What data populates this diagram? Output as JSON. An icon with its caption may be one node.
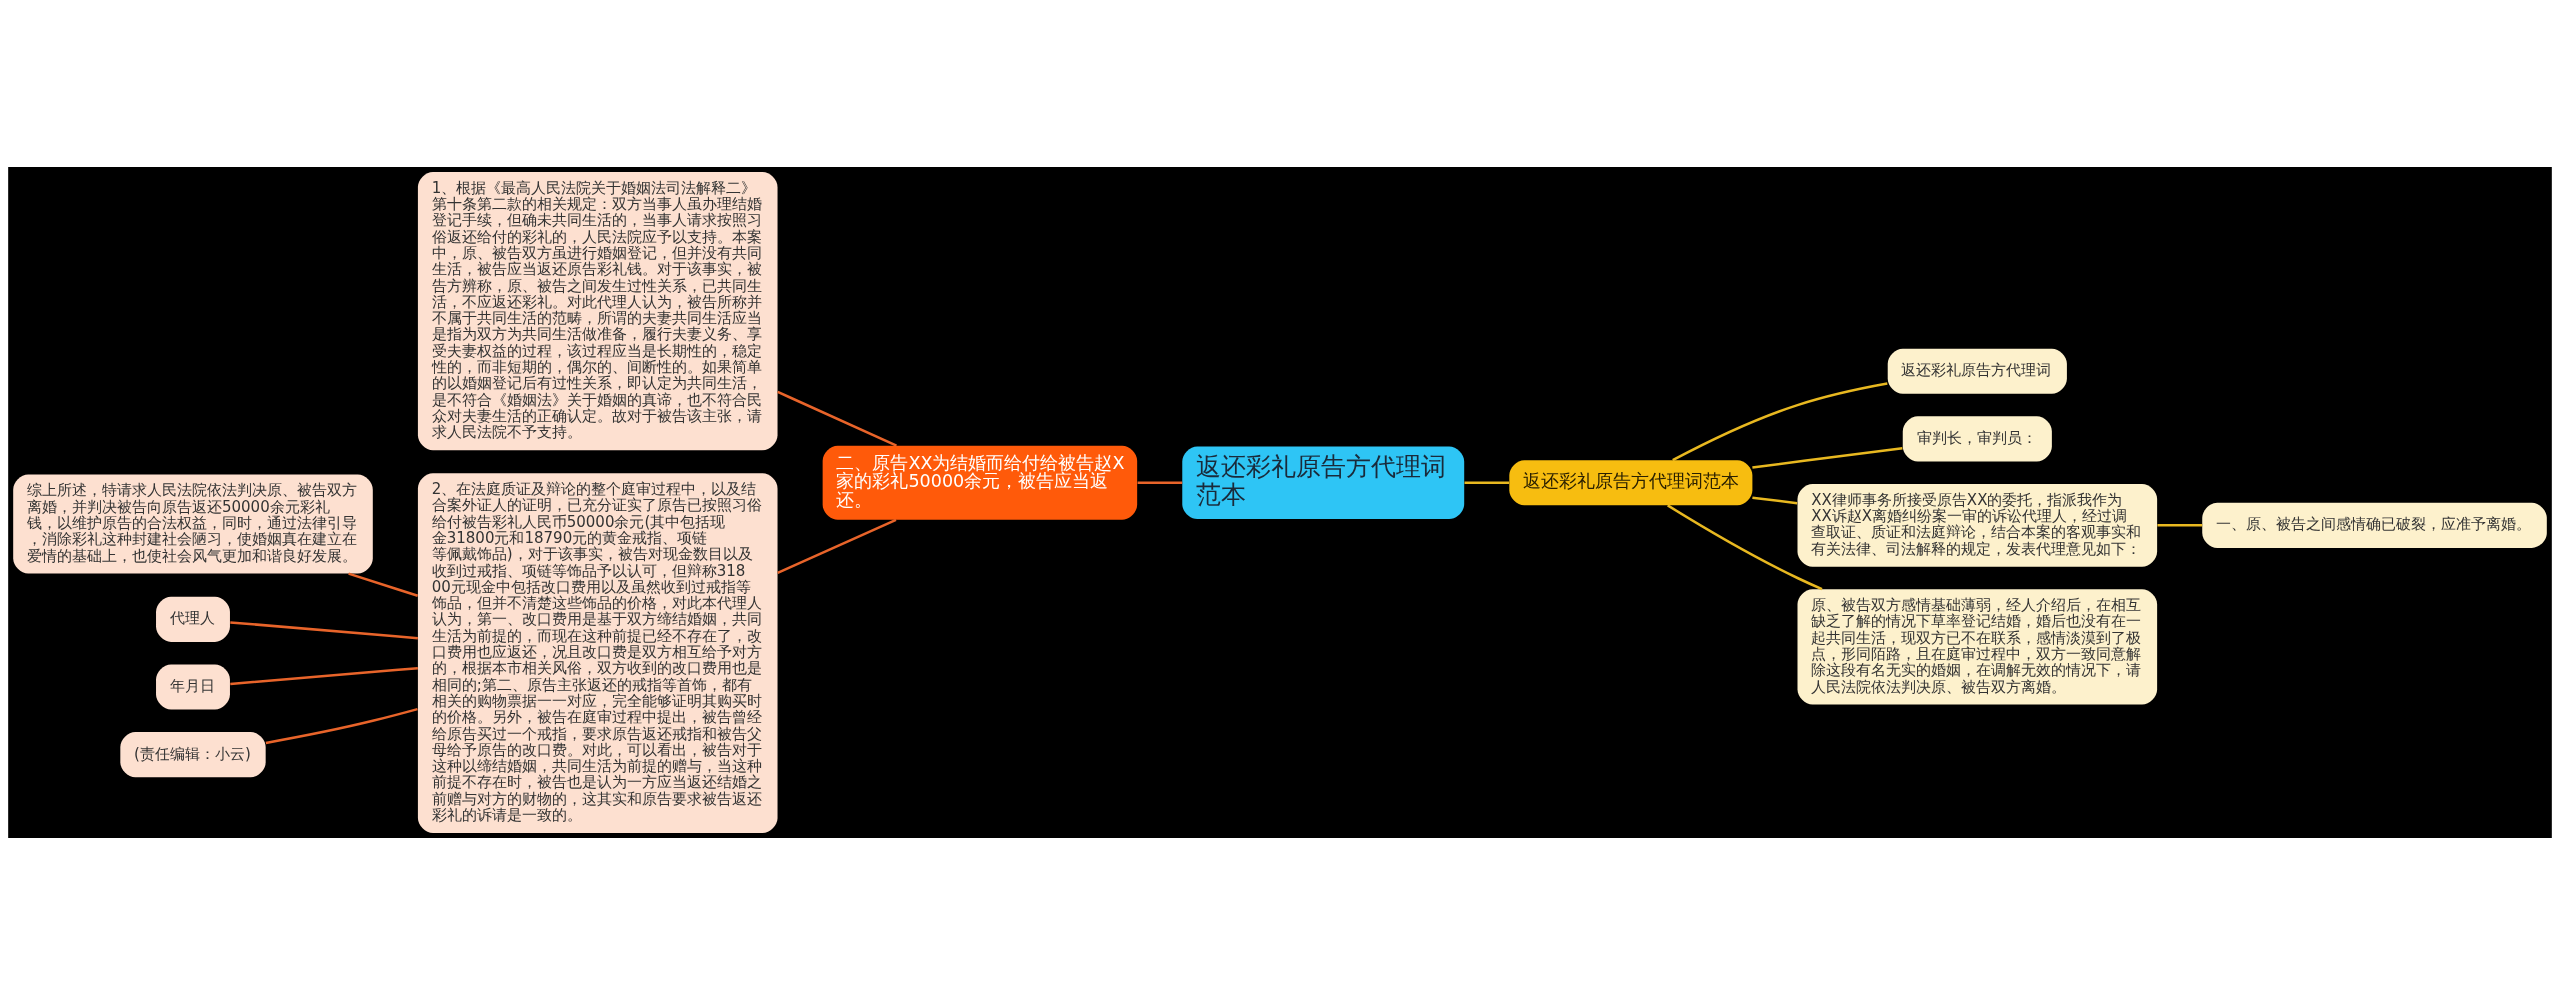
{
  "diagram": {
    "nodes": [
      {
        "text": [
          "返还彩礼原告方代理词范本"
        ]
      },
      {
        "text": [
          "返还彩礼原告方代理词范本"
        ]
      },
      {
        "text": [
          "返还彩礼原告方代理词"
        ]
      },
      {
        "text": [
          "审判长，审判员："
        ]
      },
      {
        "text": [
          "XX律师事务所接受原告XX的委托，指派我作为XX诉赵X离婚纠纷案一审的诉讼代理人，经过调查取证、质证和法庭辩论，结合本案的客观事实和有关法律、司法解释的规定，发表代理意见如下："
        ]
      },
      {
        "text": [
          "原、被告双方感情基础薄弱，经人介绍后，在相互缺乏了解的情况下草率登记结婚，婚后也没有在一起共同生活，现双方已不在联系，感情淡漠到了极点，形同陌路，且在庭审过程中，双方一致同意解除这段有名无实的婚姻，在调解无效的情况下，请人民法院依法判决原、被告双方离婚。"
        ]
      },
      {
        "text": [
          "一、原、被告之间感情确已破裂，应准予离婚。"
        ]
      },
      {
        "text": [
          "二、原告XX为结婚而给付给被告赵X家的彩礼50000余元，被告应当返还。"
        ]
      },
      {
        "text": [
          "1、根据《最高人民法院关于婚姻法司法解释二》第十条第二款的相关规定：双方当事人虽办理结婚登记手续，但确未共同生活的，当事人请求按照习俗返还给付的彩礼的，人民法院应予以支持。本案中，原、被告双方虽进行婚姻登记，但并没有共同生活，被告应当返还原告彩礼钱。对于该事实，被告方辨称，原、被告之间发生过性关系，已共同生活，不应返还彩礼。对此代理人认为，被告所称并不属于共同生活的范畴，所谓的夫妻共同生活应当是指为双方为共同生活做准备，履行夫妻义务、享受夫妻权益的过程，该过程应当是长期性的，稳定性的，而非短期的，偶尔的、间断性的。如果简单的以婚姻登记后有过性关系，即认定为共同生活，是不符合《婚姻法》关于婚姻的真谛，也不符合民众对夫妻生活的正确认定。故对于被告该主张，请求人民法院不予支持。"
        ]
      },
      {
        "text": [
          "2、在法庭质证及辩论的整个庭审过程中，以及结合案外证人的证明，已充分证实了原告已按照习俗给付被告彩礼人民币50000余元(其中包括现金31800元和18790元的黄金戒指、项链等佩戴饰品)，对于该事实，被告对现金数目以及收到过戒指、项链等饰品予以认可，但辩称31800元现金中包括改口费用以及虽然收到过戒指等饰品，但并不清楚这些饰品的价格，对此本代理人认为，第一、改口费用是基于双方缔结婚姻，共同生活为前提的，而现在这种前提已经不存在了，改口费用也应返还，况且改口费是双方相互给予对方的，根据本市相关风俗，双方收到的改口费用也是相同的;第二、原告主张返还的戒指等首饰，都有相关的购物票据一一对应，完全能够证明其购买时的价格。另外，被告在庭审过程中提出，被告曾经给原告买过一个戒指，要求原告返还戒指和被告父母给予原告的改口费。对此，可以看出，被告对于这种以缔结婚姻，共同生活为前提的赠与，当这种前提不存在时，被告也是认为一方应当返还结婚之前赠与对方的财物的，这其实和原告要求被告返还彩礼的诉请是一致的。"
        ]
      },
      {
        "text": [
          "综上所述，特请求人民法院依法判决原、被告双方离婚，并判决被告向原告返还50000余元彩礼钱，以维护原告的合法权益，同时，通过法律引导，消除彩礼这种封建社会陋习，使婚姻真在建立在爱情的基础上，也使社会风气更加和谐良好发展。"
        ]
      },
      {
        "text": [
          "代理人"
        ]
      },
      {
        "text": [
          "年月日"
        ]
      },
      {
        "text": [
          "(责任编辑：小云)"
        ]
      }
    ],
    "edges": [
      {
        "from": 0,
        "to": 1,
        "arrow": "none",
        "color": "#e8b820"
      },
      {
        "from": 1,
        "to": 2,
        "arrow": "none",
        "color": "#e8b820"
      },
      {
        "from": 1,
        "to": 3,
        "arrow": "none",
        "color": "#e8b820"
      },
      {
        "from": 1,
        "to": 4,
        "arrow": "none",
        "color": "#e8b820"
      },
      {
        "from": 1,
        "to": 5,
        "arrow": "none",
        "color": "#e8b820"
      },
      {
        "from": 4,
        "to": 6,
        "arrow": "none",
        "color": "#e8b820"
      },
      {
        "from": 7,
        "to": 0,
        "arrow": "none"
      },
      {
        "from": 8,
        "to": 7,
        "arrow": "none"
      },
      {
        "from": 9,
        "to": 7,
        "arrow": "none"
      },
      {
        "from": 10,
        "to": 9,
        "arrow": "none"
      },
      {
        "from": 11,
        "to": 9,
        "arrow": "none"
      },
      {
        "from": 12,
        "to": 9,
        "arrow": "none"
      },
      {
        "from": 13,
        "to": 9,
        "arrow": "none"
      }
    ]
  }
}
